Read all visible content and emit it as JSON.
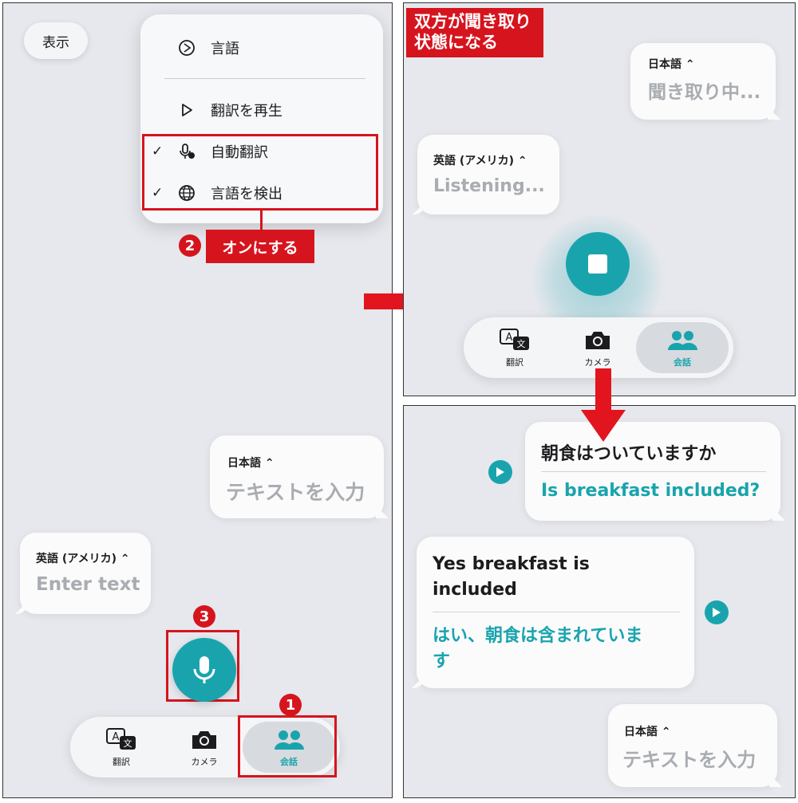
{
  "colors": {
    "accent": "#19a4ad",
    "callout_red": "#d6141e",
    "panel_bg": "#e6e8ed"
  },
  "left_panel": {
    "display_button": "表示",
    "menu": {
      "items": [
        {
          "label": "言語",
          "icon": "gear-globe-icon",
          "checked": false
        },
        {
          "label": "翻訳を再生",
          "icon": "play-outline-icon",
          "checked": false
        },
        {
          "label": "自動翻訳",
          "icon": "auto-mic-icon",
          "checked": true
        },
        {
          "label": "言語を検出",
          "icon": "globe-icon",
          "checked": true
        }
      ],
      "check_mark": "✓"
    },
    "callout_2": {
      "number": "2",
      "label": "オンにする"
    },
    "callout_3": {
      "number": "3"
    },
    "callout_1": {
      "number": "1"
    },
    "bubble_japanese": {
      "language": "日本語 ⌃",
      "placeholder": "テキストを入力"
    },
    "bubble_english": {
      "language": "英語 (アメリカ) ⌃",
      "placeholder": "Enter text"
    },
    "tabs": [
      {
        "label": "翻訳",
        "icon": "translate-icon",
        "active": false
      },
      {
        "label": "カメラ",
        "icon": "camera-icon",
        "active": false
      },
      {
        "label": "会話",
        "icon": "people-icon",
        "active": true
      }
    ]
  },
  "top_right_panel": {
    "callout": "双方が聞き取り状態になる",
    "bubble_japanese": {
      "language": "日本語 ⌃",
      "status": "聞き取り中..."
    },
    "bubble_english": {
      "language": "英語 (アメリカ) ⌃",
      "status": "Listening..."
    },
    "tabs": [
      {
        "label": "翻訳",
        "icon": "translate-icon",
        "active": false
      },
      {
        "label": "カメラ",
        "icon": "camera-icon",
        "active": false
      },
      {
        "label": "会話",
        "icon": "people-icon",
        "active": true
      }
    ]
  },
  "bottom_right_panel": {
    "message_1": {
      "original": "朝食はついていますか",
      "translation": "Is breakfast included?"
    },
    "message_2": {
      "original_line1": "Yes breakfast is",
      "original_line2": "included",
      "translation_line1": "はい、朝食は含まれていま",
      "translation_line2": "す"
    },
    "bubble_japanese": {
      "language": "日本語 ⌃",
      "placeholder": "テキストを入力"
    }
  }
}
